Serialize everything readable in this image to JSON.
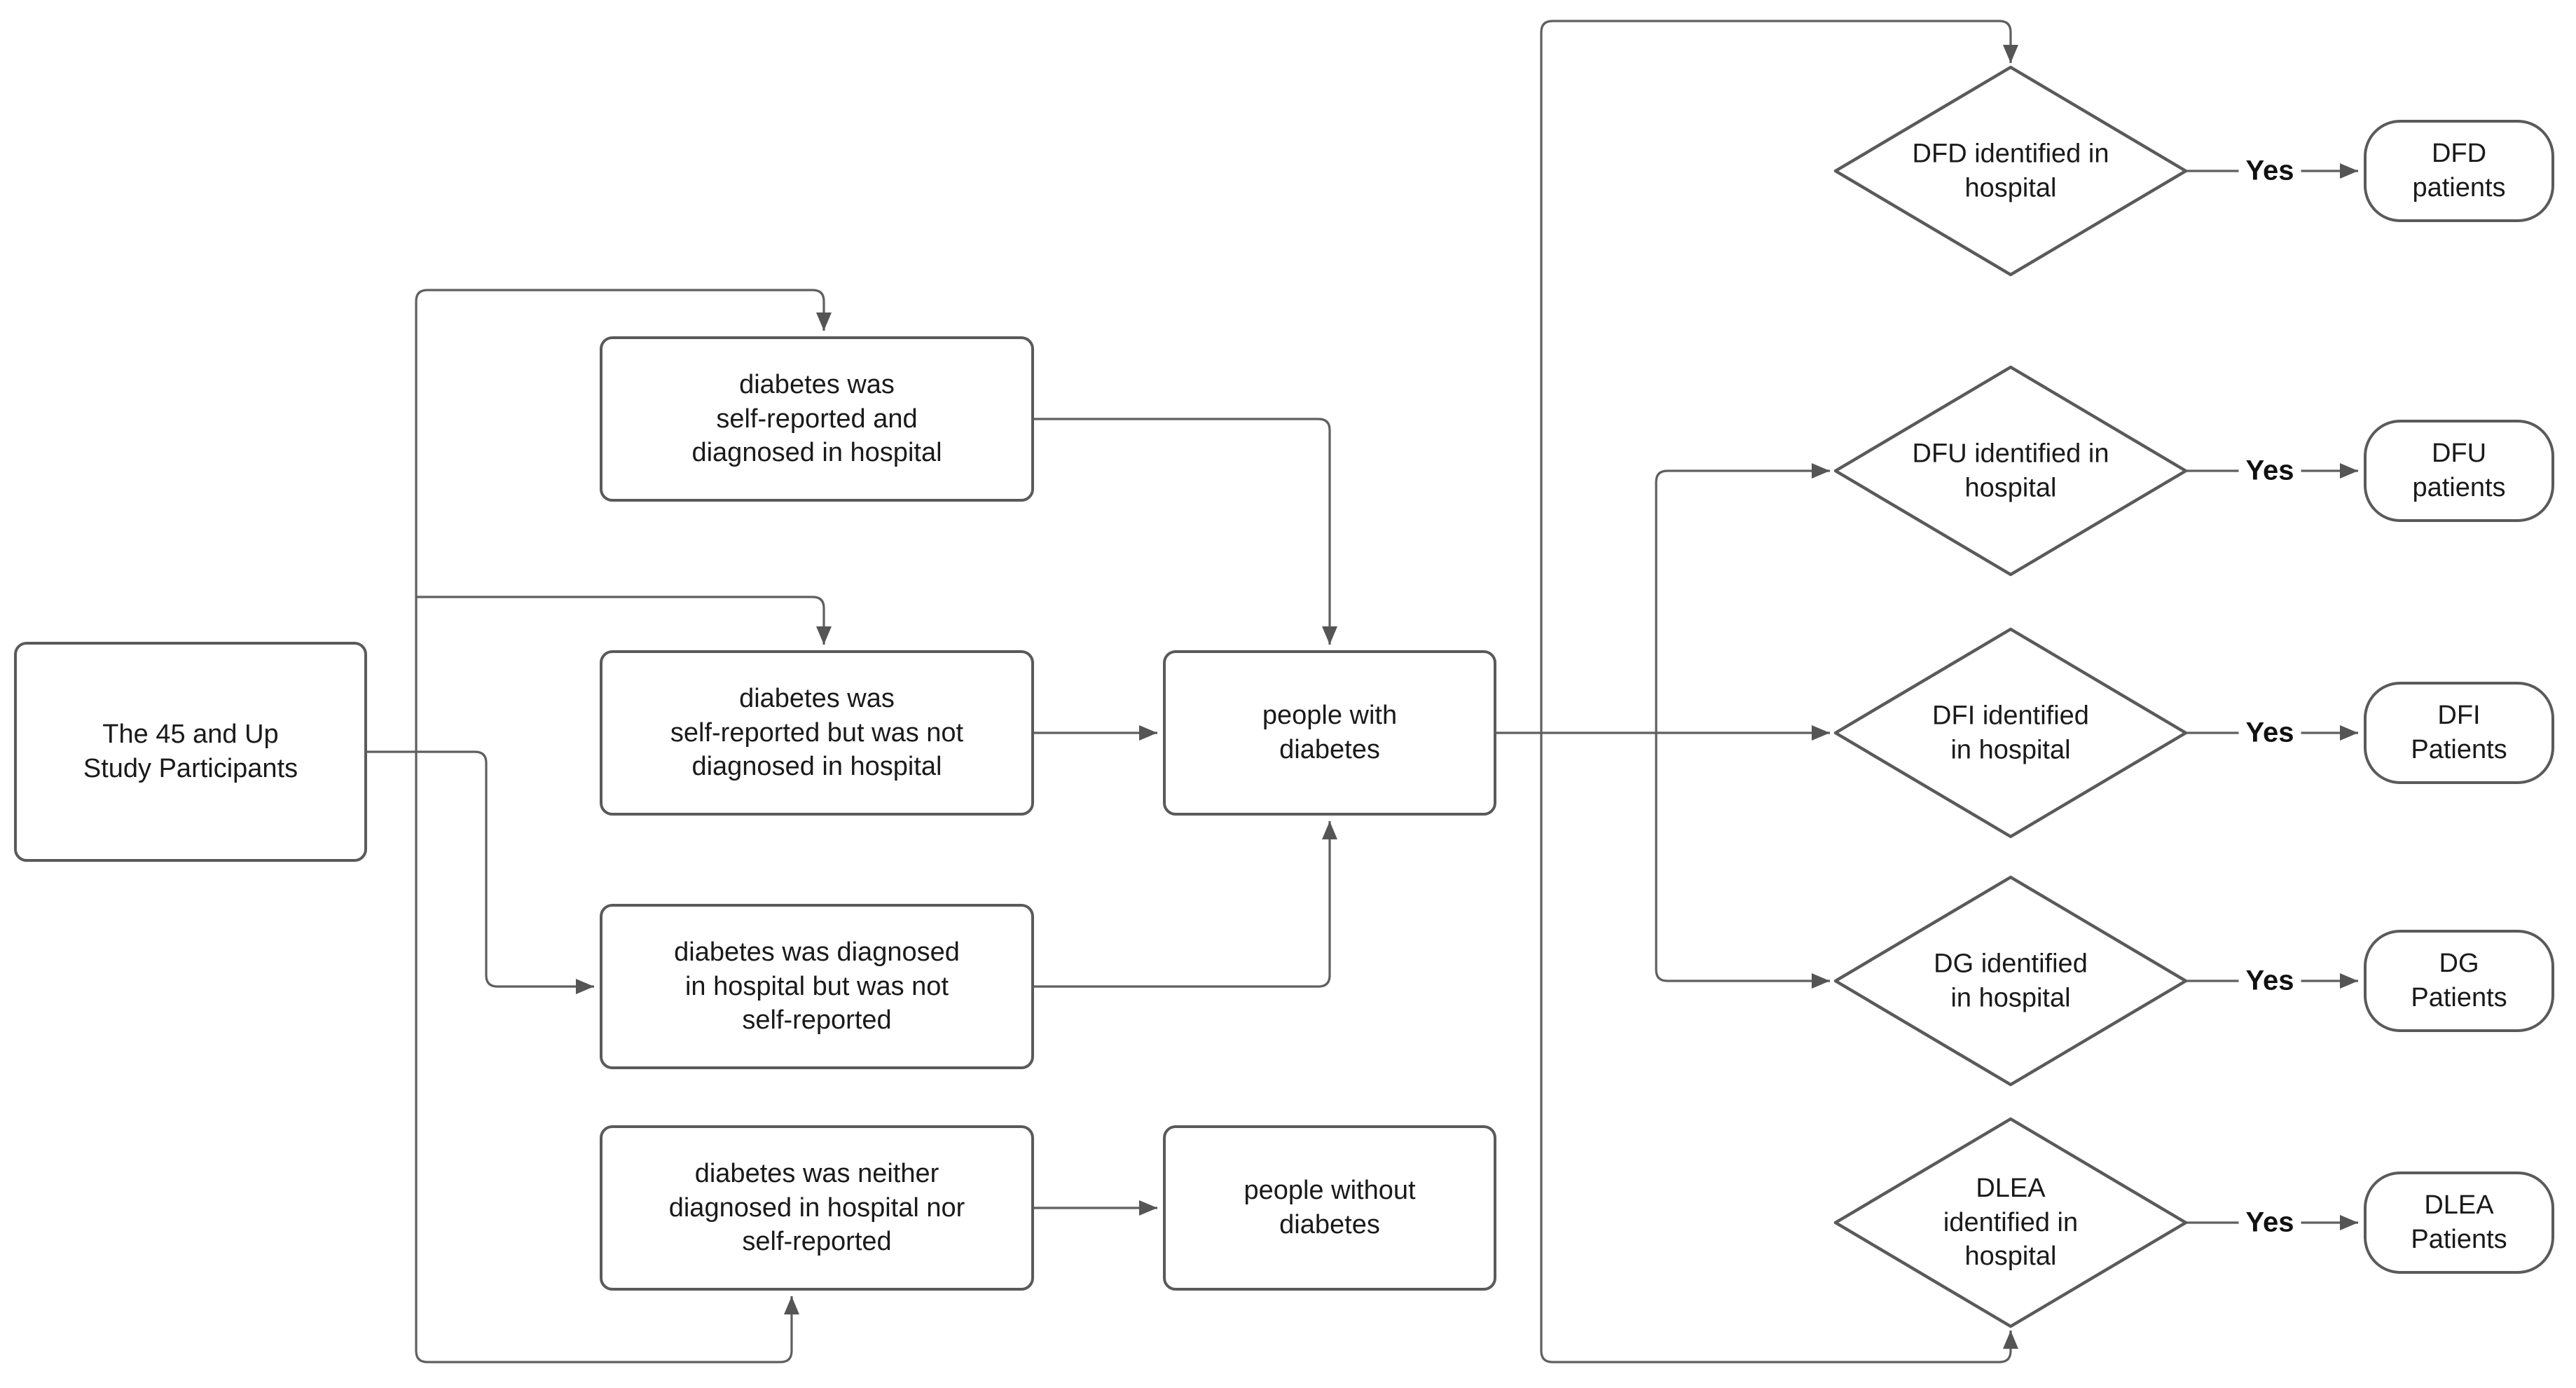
{
  "diagram_title": "45 and Up Study diabetes cohort selection flowchart",
  "colors": {
    "background": "#ffffff",
    "line": "#5f5f5f",
    "shape_border": "#5a5a5a",
    "text": "#1a1a1a"
  },
  "labels": {
    "yes": "Yes"
  },
  "nodes": {
    "participants": "The 45 and Up\nStudy Participants",
    "self_reported_and_hospital": "diabetes was\nself-reported and\ndiagnosed in hospital",
    "self_reported_not_hospital": "diabetes was\nself-reported but was not\ndiagnosed in hospital",
    "hospital_not_self_reported": "diabetes was diagnosed\nin hospital but was not\nself-reported",
    "neither_hospital_nor_self_reported": "diabetes was neither\ndiagnosed in hospital nor\nself-reported",
    "people_with_diabetes": "people with\ndiabetes",
    "people_without_diabetes": "people without\ndiabetes"
  },
  "decisions": {
    "dfd": "DFD identified in\nhospital",
    "dfu": "DFU identified in\nhospital",
    "dfi": "DFI identified\nin hospital",
    "dg": "DG identified\nin hospital",
    "dlea": "DLEA\nidentified in\nhospital"
  },
  "terminals": {
    "dfd": "DFD\npatients",
    "dfu": "DFU\npatients",
    "dfi": "DFI\nPatients",
    "dg": "DG\nPatients",
    "dlea": "DLEA\nPatients"
  }
}
